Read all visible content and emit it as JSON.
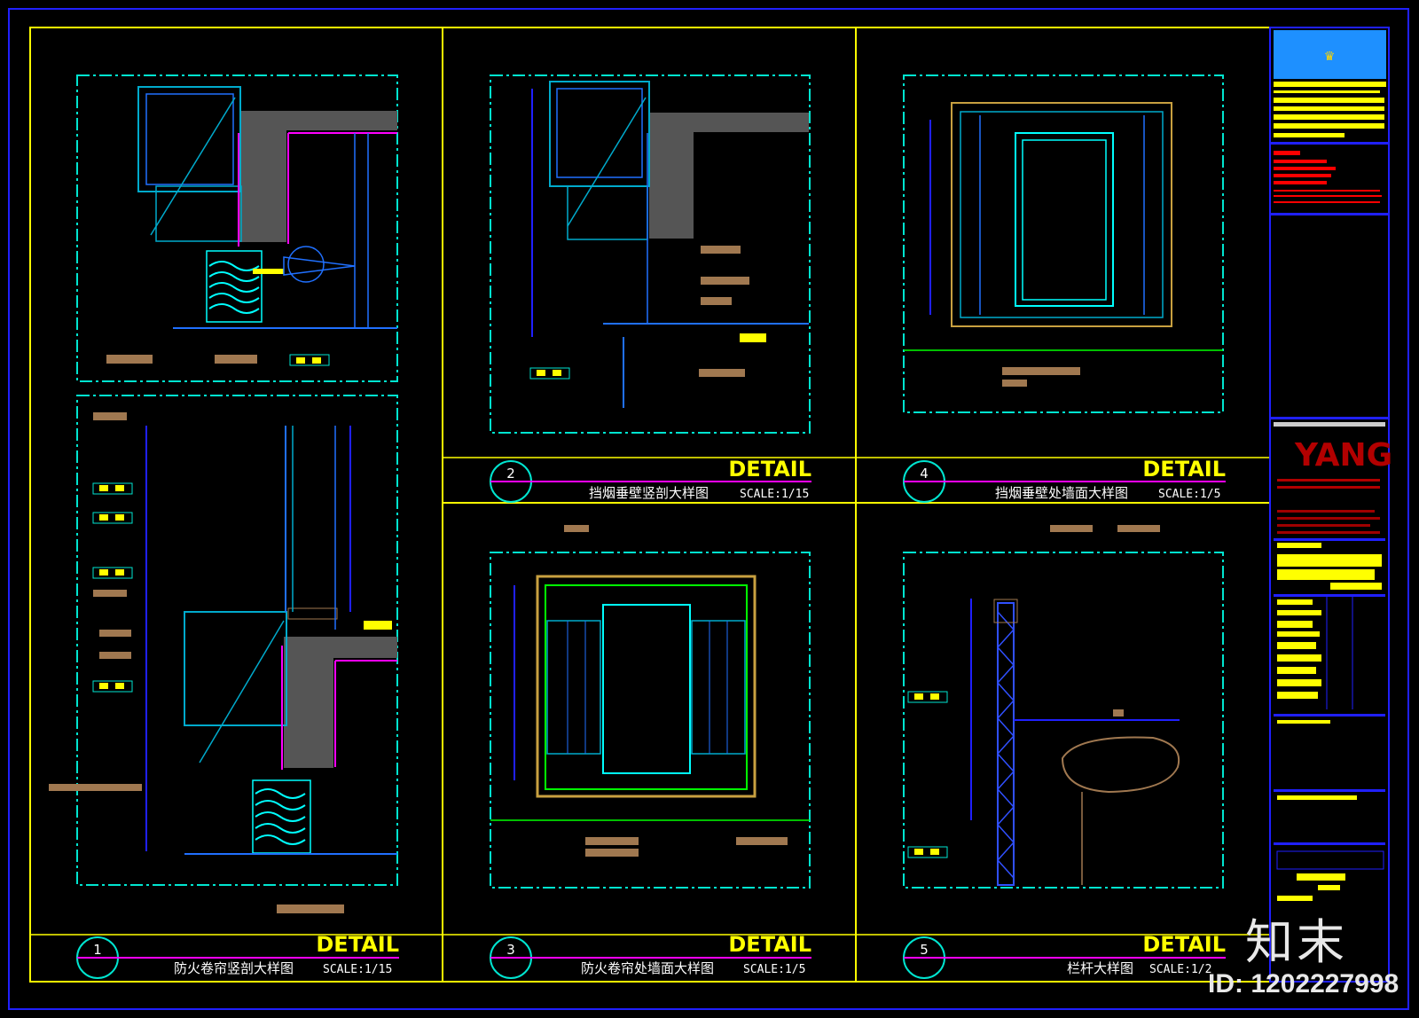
{
  "details": [
    {
      "number": "1",
      "label": "DETAIL",
      "name": "防火卷帘竖剖大样图",
      "scale": "SCALE:1/15"
    },
    {
      "number": "2",
      "label": "DETAIL",
      "name": "挡烟垂壁竖剖大样图",
      "scale": "SCALE:1/15"
    },
    {
      "number": "3",
      "label": "DETAIL",
      "name": "防火卷帘处墙面大样图",
      "scale": "SCALE:1/5"
    },
    {
      "number": "4",
      "label": "DETAIL",
      "name": "挡烟垂壁处墙面大样图",
      "scale": "SCALE:1/5"
    },
    {
      "number": "5",
      "label": "DETAIL",
      "name": "栏杆大样图",
      "scale": "SCALE:1/2"
    }
  ],
  "title_block": {
    "company_logo_text": "YANG"
  },
  "watermark": {
    "brand": "知末",
    "id": "ID: 1202227998"
  },
  "colors": {
    "frame": "#ffff00",
    "outline": "#00e5d0",
    "blue": "#2020ff",
    "magenta": "#ff00ff",
    "tag": "#a07850",
    "logo_bg": "#1e90ff"
  }
}
